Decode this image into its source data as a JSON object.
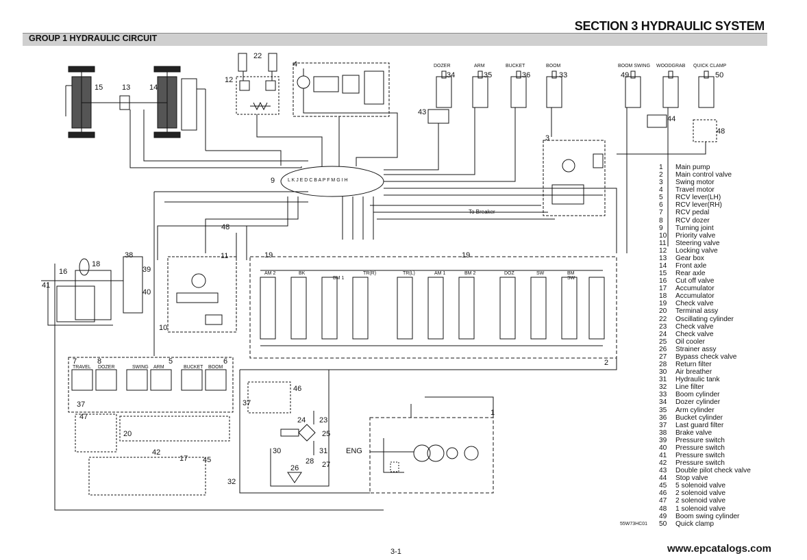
{
  "header": {
    "section_title": "SECTION 3 HYDRAULIC SYSTEM",
    "group_title": "GROUP 1 HYDRAULIC CIRCUIT"
  },
  "footer": {
    "page_number": "3-1",
    "website": "www.epcatalogs.com",
    "drawing_code": "55W73HC01"
  },
  "actuator_labels": {
    "dozer": "DOZER",
    "arm": "ARM",
    "bucket": "BUCKET",
    "boom": "BOOM",
    "boom_swing": "BOOM SWING",
    "woodgrab": "WOODGRAB",
    "quick_clamp": "QUICK CLAMP"
  },
  "control_labels": {
    "travel": "TRAVEL",
    "dozer": "DOZER",
    "swing": "SWING",
    "arm": "ARM",
    "bucket": "BUCKET",
    "boom": "BOOM",
    "to_breaker": "To Breaker",
    "eng": "ENG"
  },
  "spool_labels": [
    "AM 2",
    "BK",
    "BM 1",
    "TR(R)",
    "TR(L)",
    "AM 1",
    "BM 2",
    "DOZ",
    "SW",
    "BM\nSW"
  ],
  "callouts": {
    "n1": "1",
    "n2": "2",
    "n3": "3",
    "n4": "4",
    "n5": "5",
    "n6": "6",
    "n7": "7",
    "n8": "8",
    "n9": "9",
    "n10": "10",
    "n11": "11",
    "n12": "12",
    "n13": "13",
    "n14": "14",
    "n15": "15",
    "n16": "16",
    "n17": "17",
    "n18": "18",
    "n19a": "19",
    "n19b": "19",
    "n20": "20",
    "n22": "22",
    "n23": "23",
    "n24": "24",
    "n25": "25",
    "n26": "26",
    "n27": "27",
    "n28": "28",
    "n30": "30",
    "n31": "31",
    "n32": "32",
    "n33": "33",
    "n34": "34",
    "n35": "35",
    "n36": "36",
    "n37a": "37",
    "n37b": "37",
    "n38": "38",
    "n39": "39",
    "n40": "40",
    "n41": "41",
    "n42": "42",
    "n43": "43",
    "n44": "44",
    "n45": "45",
    "n46": "46",
    "n47": "47",
    "n48a": "48",
    "n48b": "48",
    "n49": "49",
    "n50": "50"
  },
  "turning_joint_ports": "L K J E D C B A P F M G I H",
  "legend": [
    {
      "num": "1",
      "name": "Main pump"
    },
    {
      "num": "2",
      "name": "Main control valve"
    },
    {
      "num": "3",
      "name": "Swing motor"
    },
    {
      "num": "4",
      "name": "Travel motor"
    },
    {
      "num": "5",
      "name": "RCV lever(LH)"
    },
    {
      "num": "6",
      "name": "RCV lever(RH)"
    },
    {
      "num": "7",
      "name": "RCV pedal"
    },
    {
      "num": "8",
      "name": "RCV dozer"
    },
    {
      "num": "9",
      "name": "Turning joint"
    },
    {
      "num": "10",
      "name": "Priority valve"
    },
    {
      "num": "11",
      "name": "Steering valve"
    },
    {
      "num": "12",
      "name": "Locking valve"
    },
    {
      "num": "13",
      "name": "Gear box"
    },
    {
      "num": "14",
      "name": "Front axle"
    },
    {
      "num": "15",
      "name": "Rear axle"
    },
    {
      "num": "16",
      "name": "Cut off valve"
    },
    {
      "num": "17",
      "name": "Accumulator"
    },
    {
      "num": "18",
      "name": "Accumulator"
    },
    {
      "num": "19",
      "name": "Check valve"
    },
    {
      "num": "20",
      "name": "Terminal assy"
    },
    {
      "num": "22",
      "name": "Oscillating cylinder"
    },
    {
      "num": "23",
      "name": "Check valve"
    },
    {
      "num": "24",
      "name": "Check valve"
    },
    {
      "num": "25",
      "name": "Oil cooler"
    },
    {
      "num": "26",
      "name": "Strainer assy"
    },
    {
      "num": "27",
      "name": "Bypass check valve"
    },
    {
      "num": "28",
      "name": "Return filter"
    },
    {
      "num": "30",
      "name": "Air breather"
    },
    {
      "num": "31",
      "name": "Hydraulic tank"
    },
    {
      "num": "32",
      "name": "Line filter"
    },
    {
      "num": "33",
      "name": "Boom cylinder"
    },
    {
      "num": "34",
      "name": "Dozer cylinder"
    },
    {
      "num": "35",
      "name": "Arm cylinder"
    },
    {
      "num": "36",
      "name": "Bucket cylinder"
    },
    {
      "num": "37",
      "name": "Last guard filter"
    },
    {
      "num": "38",
      "name": "Brake valve"
    },
    {
      "num": "39",
      "name": "Pressure switch"
    },
    {
      "num": "40",
      "name": "Pressure switch"
    },
    {
      "num": "41",
      "name": "Pressure switch"
    },
    {
      "num": "42",
      "name": "Pressure switch"
    },
    {
      "num": "43",
      "name": "Double pilot check valve"
    },
    {
      "num": "44",
      "name": "Stop valve"
    },
    {
      "num": "45",
      "name": "5 solenoid valve"
    },
    {
      "num": "46",
      "name": "2 solenoid valve"
    },
    {
      "num": "47",
      "name": "2 solenoid valve"
    },
    {
      "num": "48",
      "name": "1 solenoid valve"
    },
    {
      "num": "49",
      "name": "Boom swing cylinder"
    },
    {
      "num": "50",
      "name": "Quick clamp"
    }
  ]
}
